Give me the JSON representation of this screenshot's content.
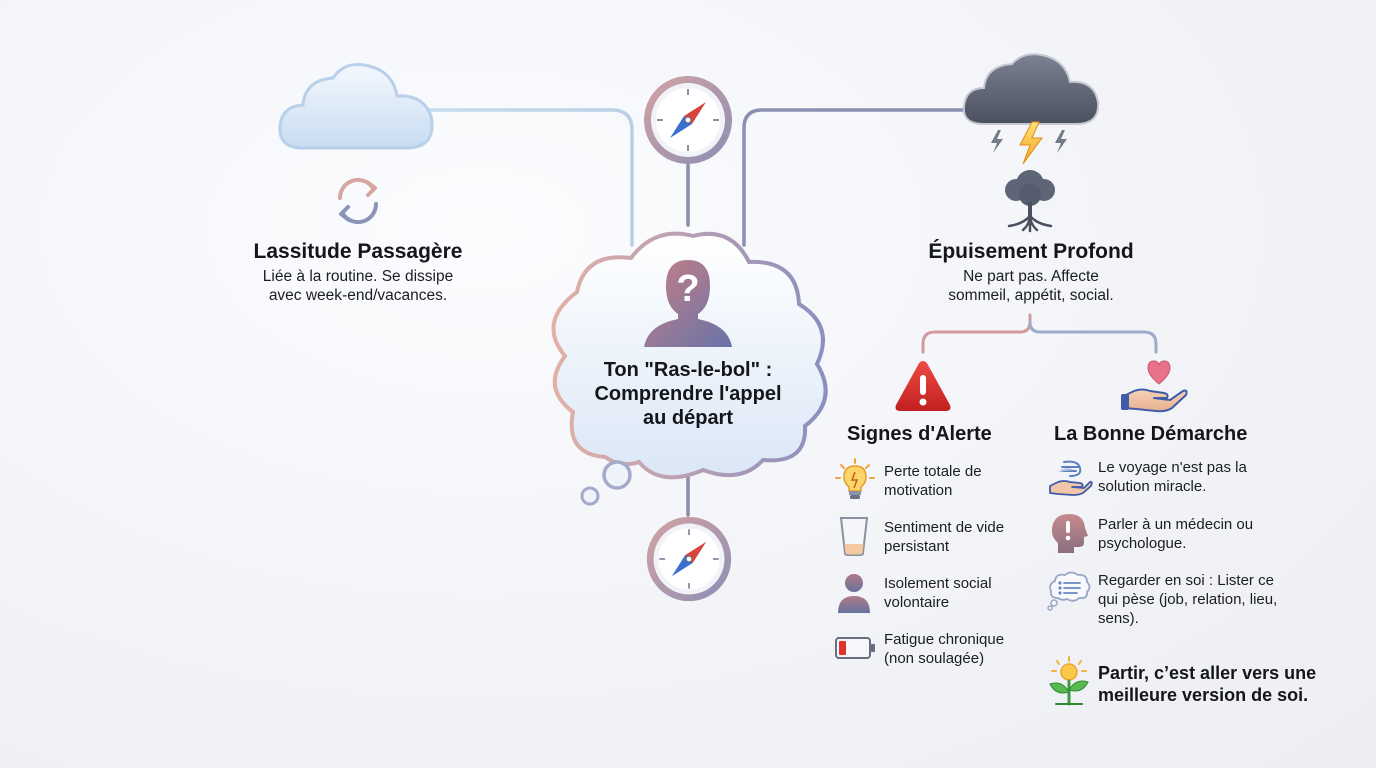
{
  "center": {
    "title_line1": "Ton \"Ras-le-bol\" :",
    "title_line2": "Comprendre l'appel",
    "title_line3": "au départ"
  },
  "left": {
    "title": "Lassitude Passagère",
    "desc_line1": "Liée à la routine. Se dissipe",
    "desc_line2": "avec week-end/vacances."
  },
  "right": {
    "title": "Épuisement Profond",
    "desc_line1": "Ne part pas. Affecte",
    "desc_line2": "sommeil, appétit, social."
  },
  "alerts": {
    "title": "Signes d'Alerte",
    "items": [
      {
        "text": "Perte totale de motivation",
        "icon": "lightbulb-icon"
      },
      {
        "text": "Sentiment de vide persistant",
        "icon": "empty-glass-icon"
      },
      {
        "text": "Isolement social volontaire",
        "icon": "person-icon"
      },
      {
        "text": "Fatigue chronique (non soulagée)",
        "icon": "low-battery-icon"
      }
    ]
  },
  "steps": {
    "title": "La Bonne Démarche",
    "items": [
      {
        "text": "Le voyage n'est pas la solution miracle.",
        "icon": "hand-wind-icon"
      },
      {
        "text": "Parler à un médecin ou psychologue.",
        "icon": "head-exclamation-icon"
      },
      {
        "text": "Regarder en soi : Lister ce qui pèse (job, relation, lieu, sens).",
        "icon": "thought-list-icon"
      }
    ]
  },
  "final": {
    "text": "Partir, c’est aller vers une meilleure version de soi.",
    "icon": "sprout-sun-icon"
  },
  "colors": {
    "alert_red": "#d9302c",
    "cloud_blue": "#cfe0f4",
    "storm_grey": "#5b6170",
    "accent_pink": "#e9718a"
  }
}
